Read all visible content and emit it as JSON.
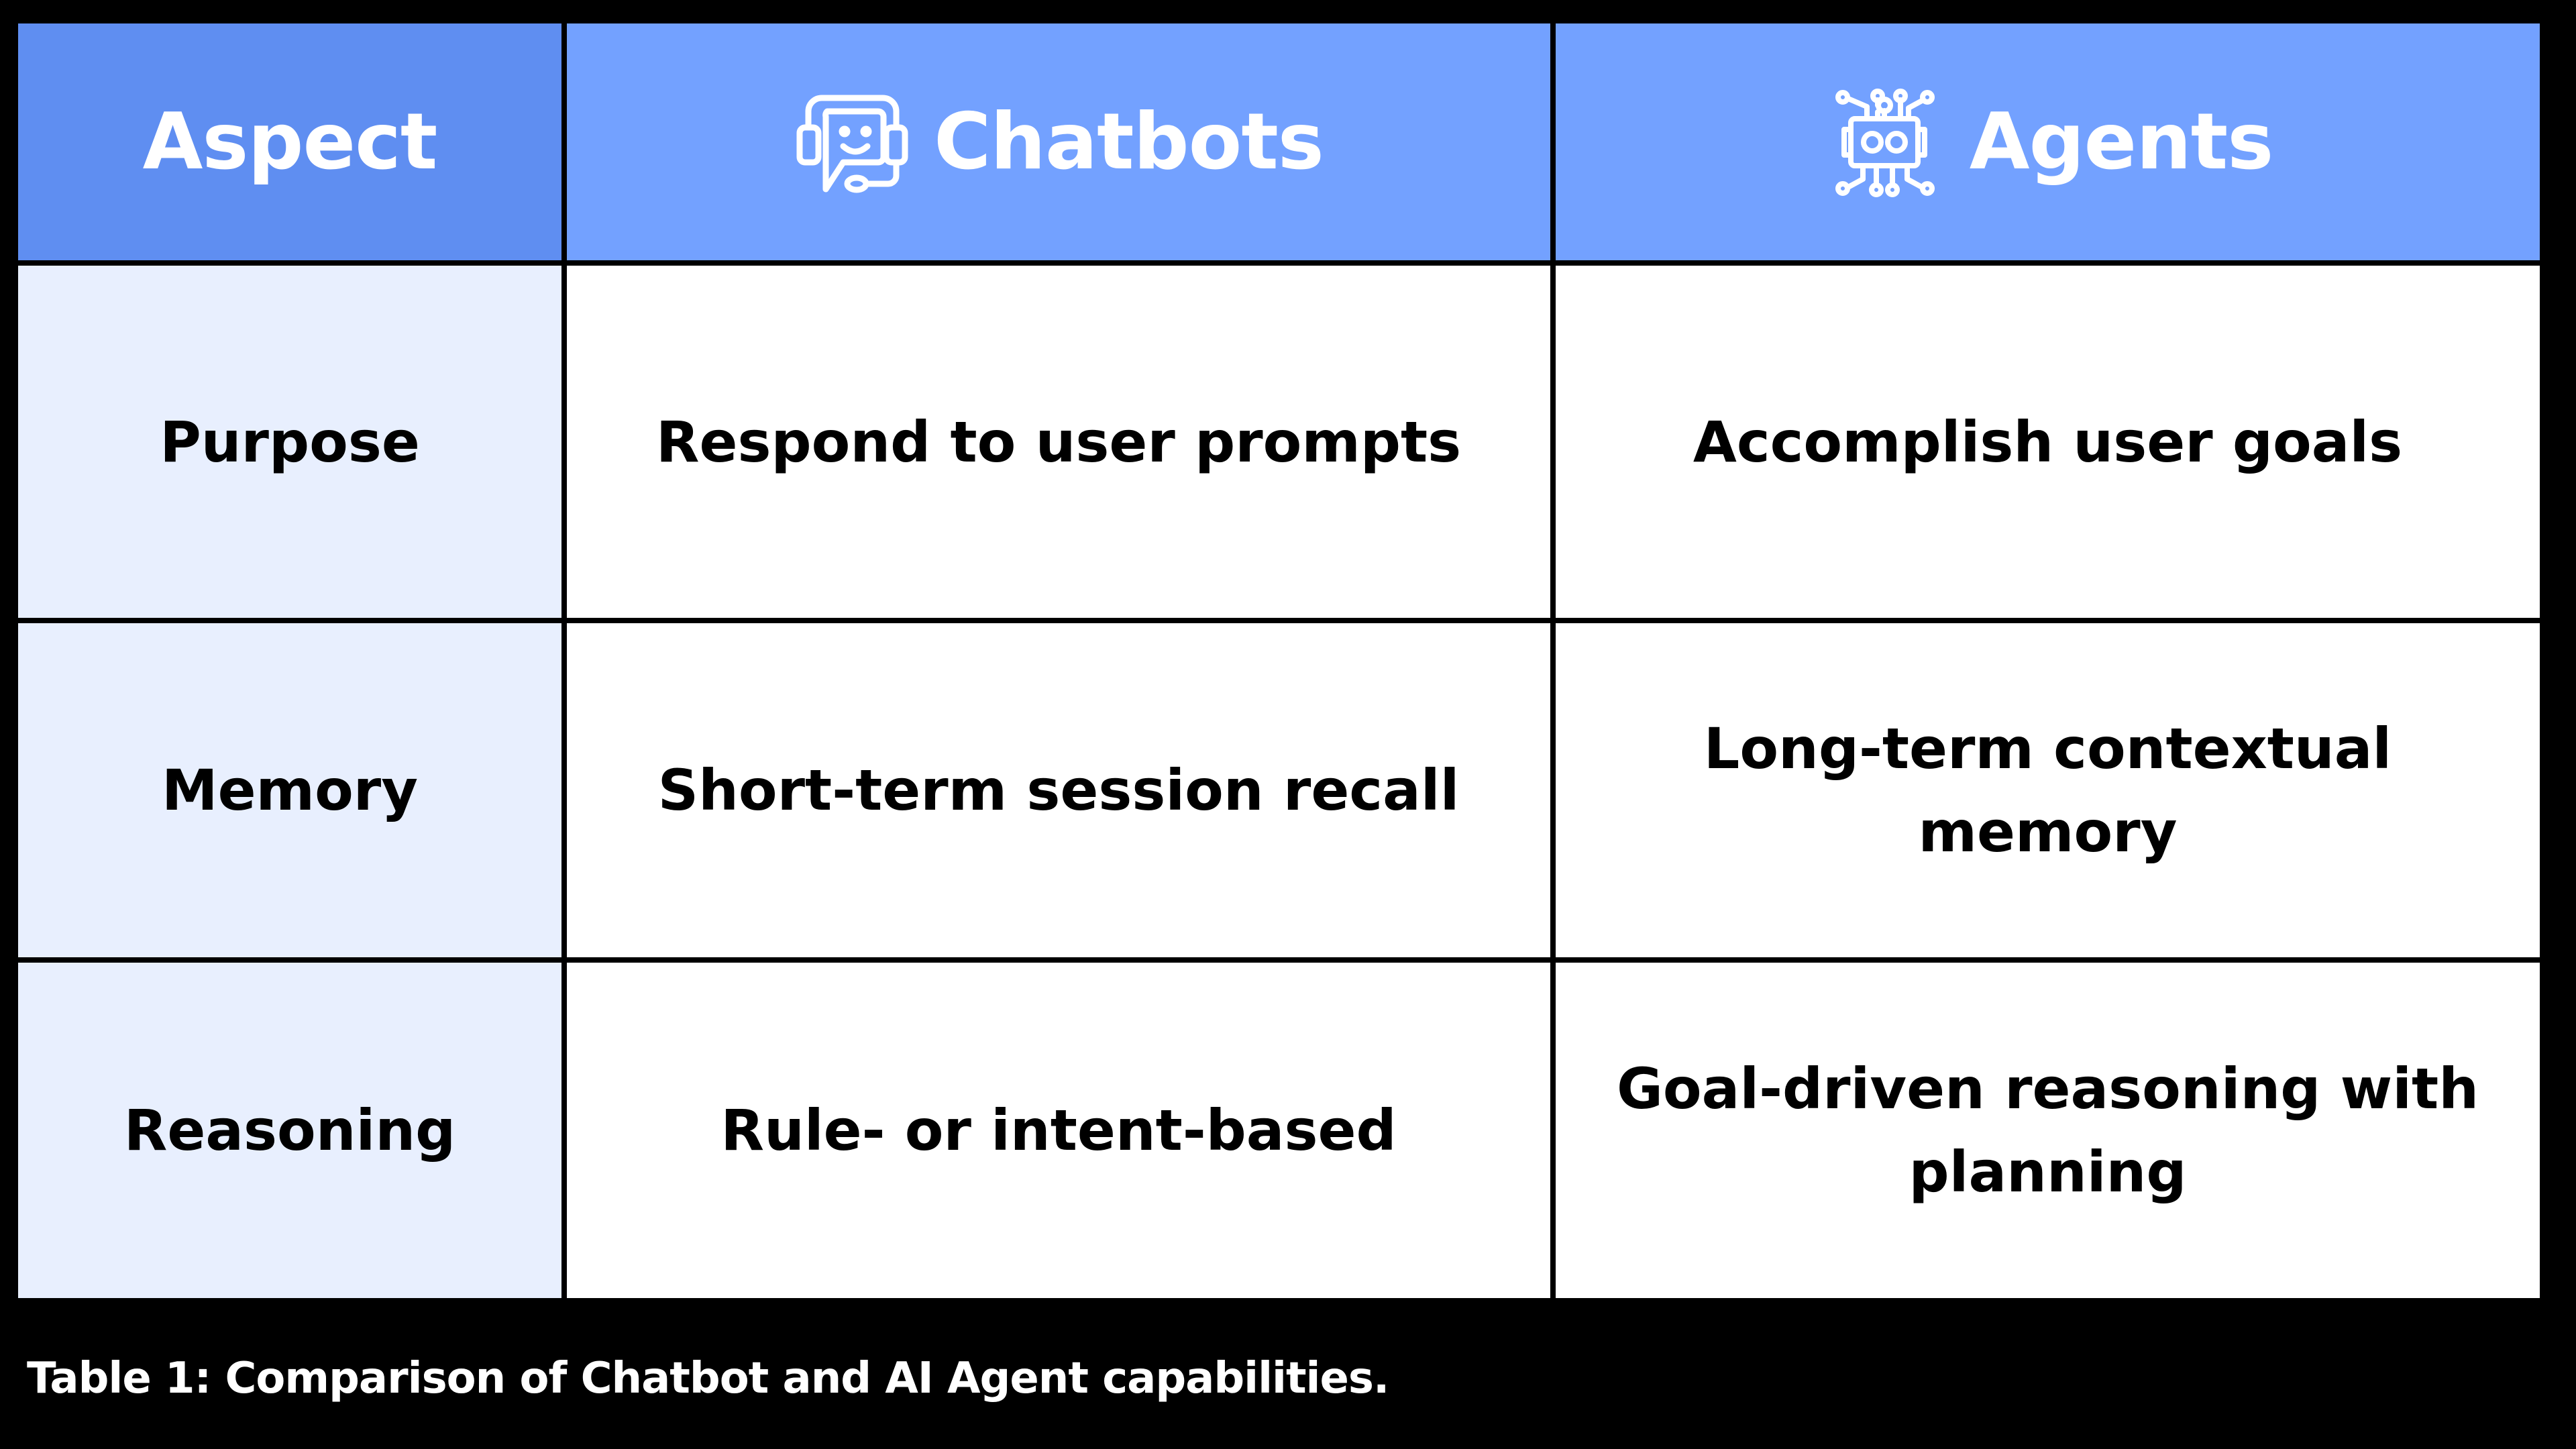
{
  "table": {
    "header": {
      "aspect": "Aspect",
      "chatbots": {
        "label": "Chatbots",
        "icon": "chatbot-headset-icon"
      },
      "agents": {
        "label": "Agents",
        "icon": "robot-circuit-icon"
      }
    },
    "rows": [
      {
        "aspect": "Purpose",
        "chatbots": "Respond to user prompts",
        "agents": "Accomplish user goals"
      },
      {
        "aspect": "Memory",
        "chatbots": "Short-term session recall",
        "agents": "Long-term contextual memory"
      },
      {
        "aspect": "Reasoning",
        "chatbots": "Rule- or intent-based",
        "agents": "Goal-driven reasoning with planning"
      }
    ]
  },
  "caption": "Table 1: Comparison of Chatbot and AI Agent capabilities.",
  "colors": {
    "background": "#000000",
    "header_aspect": "#5F8EF1",
    "header_columns": "#73A1FF",
    "aspect_column": "#E8EFFE",
    "body_cells": "#FFFFFF",
    "header_text": "#FFFFFF",
    "body_text": "#000000"
  }
}
